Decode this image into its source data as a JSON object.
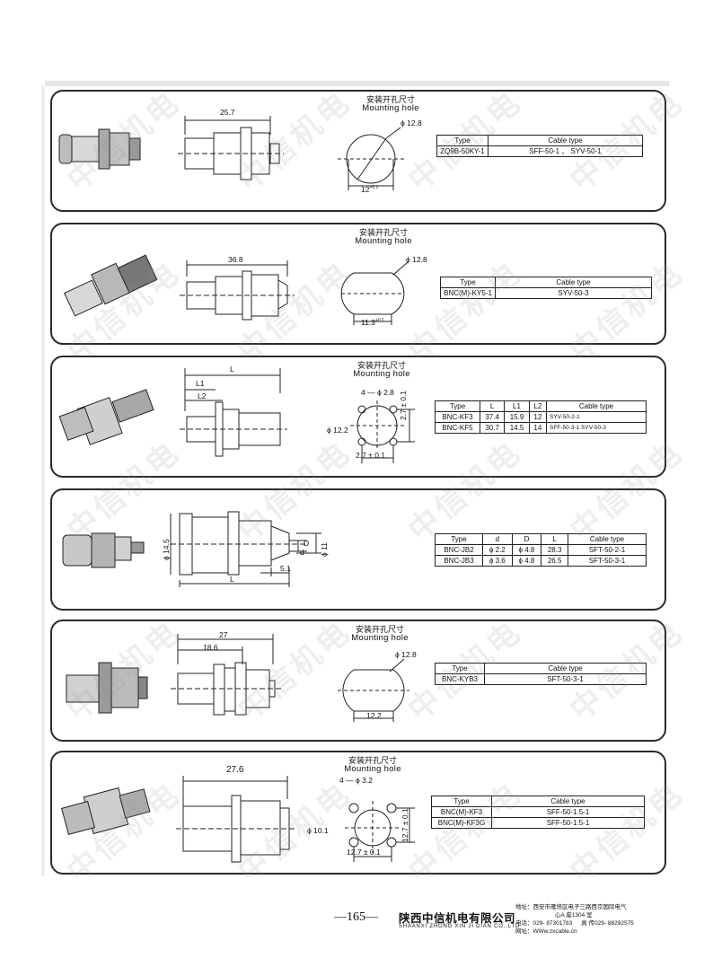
{
  "mounting_title_cn": "安装开孔尺寸",
  "mounting_title_en": "Mounting hole",
  "watermark": "中信机电",
  "panels": [
    {
      "dims": {
        "length": "25.7",
        "hole_dia": "ϕ 12.8",
        "flat": "12",
        "flat_tol": "+0.1"
      },
      "table": {
        "headers": [
          "Type",
          "Cable type"
        ],
        "rows": [
          [
            "ZQ9B-50KY-1",
            "SFF-50-1 、 SYV-50-1"
          ]
        ]
      }
    },
    {
      "dims": {
        "length": "36.8",
        "hole_dia": "ϕ 12.8",
        "flat": "11.3",
        "flat_tol": "+0.1"
      },
      "table": {
        "headers": [
          "Type",
          "Cable type"
        ],
        "rows": [
          [
            "BNC(M)-KY5-1",
            "SYV-50-3"
          ]
        ]
      }
    },
    {
      "dims": {
        "L": "L",
        "L1": "L1",
        "L2": "L2",
        "holes": "4 — ϕ 2.8",
        "dia": "ϕ 12.2",
        "h": "2.7 ± 0.1",
        "v": "2.7 ± 0.1"
      },
      "table": {
        "headers": [
          "Type",
          "L",
          "L1",
          "L2",
          "Cable type"
        ],
        "rows": [
          [
            "BNC-KF3",
            "37.4",
            "15.9",
            "12",
            "SYV-50-2-1"
          ],
          [
            "BNC-KF5",
            "30.7",
            "14.5",
            "14",
            "SFF-50-3-1    SYV-50-3"
          ]
        ]
      }
    },
    {
      "dims": {
        "dia": "ϕ 14.5",
        "d11": "ϕ 11",
        "D": "D",
        "d": "d",
        "len51": "5.1",
        "L": "L"
      },
      "table": {
        "headers": [
          "Type",
          "d",
          "D",
          "L",
          "Cable type"
        ],
        "rows": [
          [
            "BNC-JB2",
            "ϕ 2.2",
            "ϕ 4.8",
            "28.3",
            "SFT-50-2-1"
          ],
          [
            "BNC-JB3",
            "ϕ 3.6",
            "ϕ 4.8",
            "26.5",
            "SFT-50-3-1"
          ]
        ]
      }
    },
    {
      "dims": {
        "length": "27",
        "inner": "18.6",
        "hole_dia": "ϕ 12.8",
        "flat": "12.2"
      },
      "table": {
        "headers": [
          "Type",
          "Cable type"
        ],
        "rows": [
          [
            "BNC-KYB3",
            "SFT-50-3-1"
          ]
        ]
      }
    },
    {
      "dims": {
        "length": "27.6",
        "holes": "4 — ϕ 3.2",
        "dia": "ϕ 10.1",
        "h": "12.7 ± 0.1",
        "v": "12.7 ± 0.1"
      },
      "table": {
        "headers": [
          "Type",
          "Cable type"
        ],
        "rows": [
          [
            "BNC(M)-KF3",
            "SFF-50-1.5-1"
          ],
          [
            "BNC(M)-KF3G",
            "SFF-50-1.5-1"
          ]
        ]
      }
    }
  ],
  "footer": {
    "page_number": "—165—",
    "company_cn": "陕西中信机电有限公司",
    "company_en": "SHAANXI ZHONG XIN JI DIAN CO.,LTD",
    "address_label": "地址：",
    "address_line1": "西安市雁塔区电子三路西京国际电气",
    "address_line2": "心A 座1304 室",
    "phone_label": "电话：",
    "phone": "029- 87301783",
    "fax_label": "真 传",
    "fax": "029- 88292575",
    "web_label": "网址：",
    "web": "WWw.zxcable.cn"
  }
}
